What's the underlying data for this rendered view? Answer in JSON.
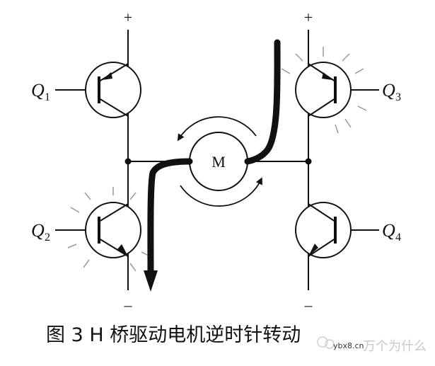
{
  "supply": {
    "positive": "+",
    "negative": "–"
  },
  "transistors": {
    "q1": "Q",
    "q2": "Q",
    "q3": "Q",
    "q4": "Q"
  },
  "subscripts": {
    "q1": "1",
    "q2": "2",
    "q3": "3",
    "q4": "4"
  },
  "motor_label": "M",
  "caption": "图 3 H 桥驱动电机逆时针转动",
  "watermark": {
    "site": "ybx8.cn",
    "account": "万个为什么"
  }
}
